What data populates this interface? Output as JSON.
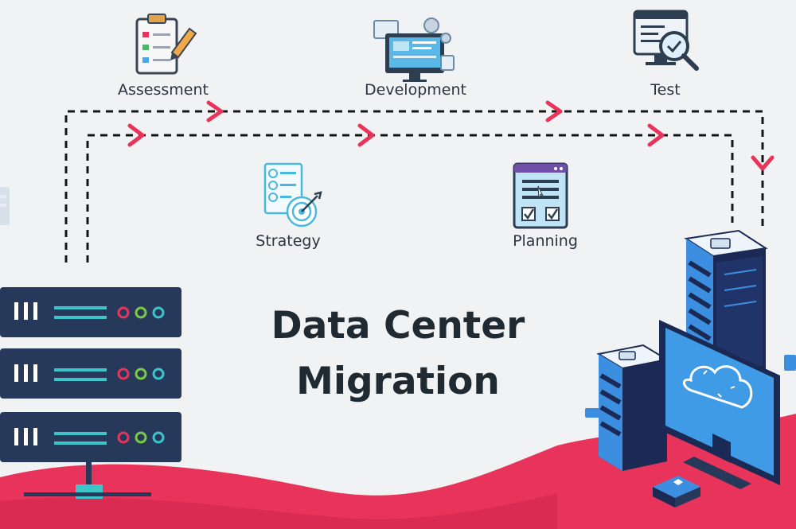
{
  "title": {
    "line1": "Data Center",
    "line2": "Migration"
  },
  "stages": {
    "assessment": "Assessment",
    "development": "Development",
    "test": "Test",
    "strategy": "Strategy",
    "planning": "Planning"
  },
  "colors": {
    "background": "#f1f2f3",
    "accent_red": "#e8345a",
    "navy": "#27395b",
    "teal": "#3cc4c9",
    "blue": "#3c8fe0",
    "dark_text": "#1f2a33"
  },
  "icons": {
    "assessment": "clipboard-checklist-icon",
    "development": "desktop-code-icon",
    "test": "monitor-magnifier-icon",
    "strategy": "checklist-target-icon",
    "planning": "browser-form-icon",
    "source": "server-rack-icon",
    "destination": "cloud-server-monitor-icon"
  }
}
